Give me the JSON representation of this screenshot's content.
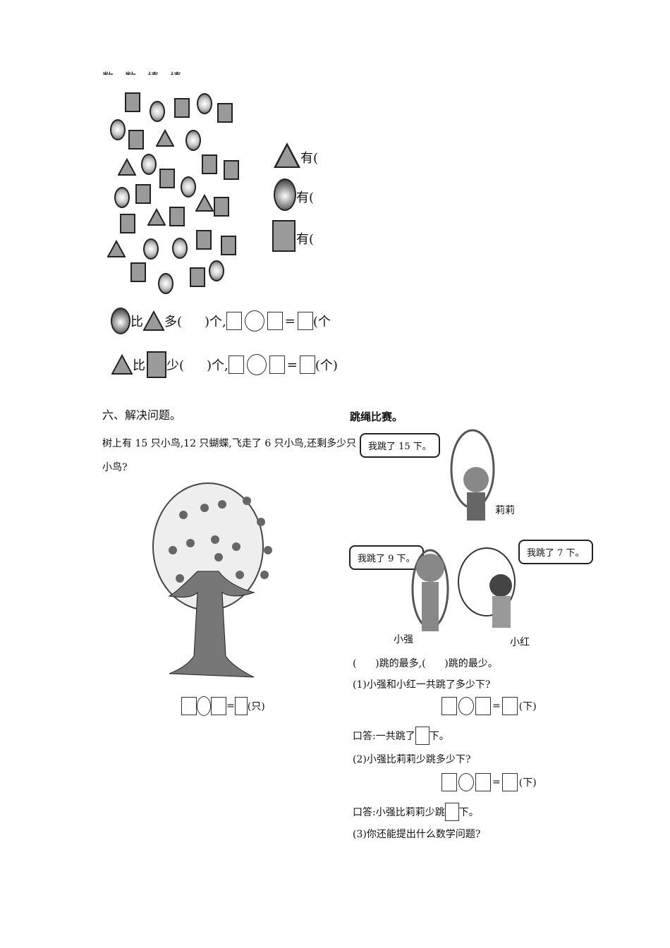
{
  "section_shapes": {
    "heading_partial": "数一数，填一填。",
    "triangle_count_label": "有(",
    "circle_count_label": "有(",
    "square_count_label": "有(",
    "compare1": {
      "bi": "比",
      "more": "多(",
      "close": ")个,",
      "eq": "=",
      "unit": "(个"
    },
    "compare2": {
      "bi": "比",
      "less": "少(",
      "close": ")个,",
      "eq": "=",
      "unit": "(个)"
    }
  },
  "section_six": {
    "heading": "六、解决问题。",
    "problem_text_line1": "树上有 15 只小鸟,12 只蝴蝶,飞走了 6 只小鸟,还剩多少只",
    "problem_text_line2": "小鸟?",
    "equation_eq": "=",
    "equation_unit": "(只)"
  },
  "jump_rope": {
    "title": "跳绳比赛。",
    "lili_bubble": "我跳了 15 下。",
    "lili_name": "莉莉",
    "xiaoqiang_bubble": "我跳了 9 下。",
    "xiaoqiang_name": "小强",
    "xiaohong_bubble": "我跳了 7 下。",
    "xiaohong_name": "小红",
    "most_least": "(      )跳的最多,(      )跳的最少。",
    "q1": "(1)小强和小红一共跳了多少下?",
    "eq": "=",
    "unit": "(下)",
    "a1_prefix": "口答:一共跳了",
    "a1_suffix": "下。",
    "q2": "(2)小强比莉莉少跳多少下?",
    "a2_prefix": "口答:小强比莉莉少跳",
    "a2_suffix": "下。",
    "q3": "(3)你还能提出什么数学问题?"
  }
}
